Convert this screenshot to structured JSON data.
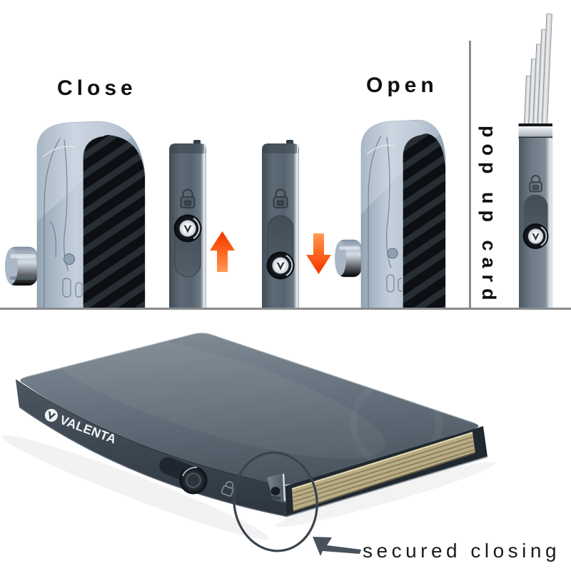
{
  "labels": {
    "close": "Close",
    "open": "Open",
    "pop_up_card": "pop up card",
    "secured_closing": "secured closing"
  },
  "brand": {
    "name": "VALENTA"
  },
  "icons": {
    "lock": "lock-icon",
    "brand_badge": "valenta-v-icon",
    "slider_button": "slider-button",
    "arrow_up": "arrow-up-icon",
    "arrow_down": "arrow-down-icon",
    "annotation_arrow": "annotation-arrow-icon",
    "annotation_circle": "annotation-circle"
  },
  "colors": {
    "background": "#ffffff",
    "text": "#0f0f0f",
    "divider": "#8b8b8b",
    "accent_orange": "#f63d04",
    "slate_bar": "#5d6a75",
    "steel_light": "#b6c2d0",
    "card_tan": "#b9ac84",
    "annotation": "#47515b",
    "brand_text": "#f3f6f8"
  }
}
